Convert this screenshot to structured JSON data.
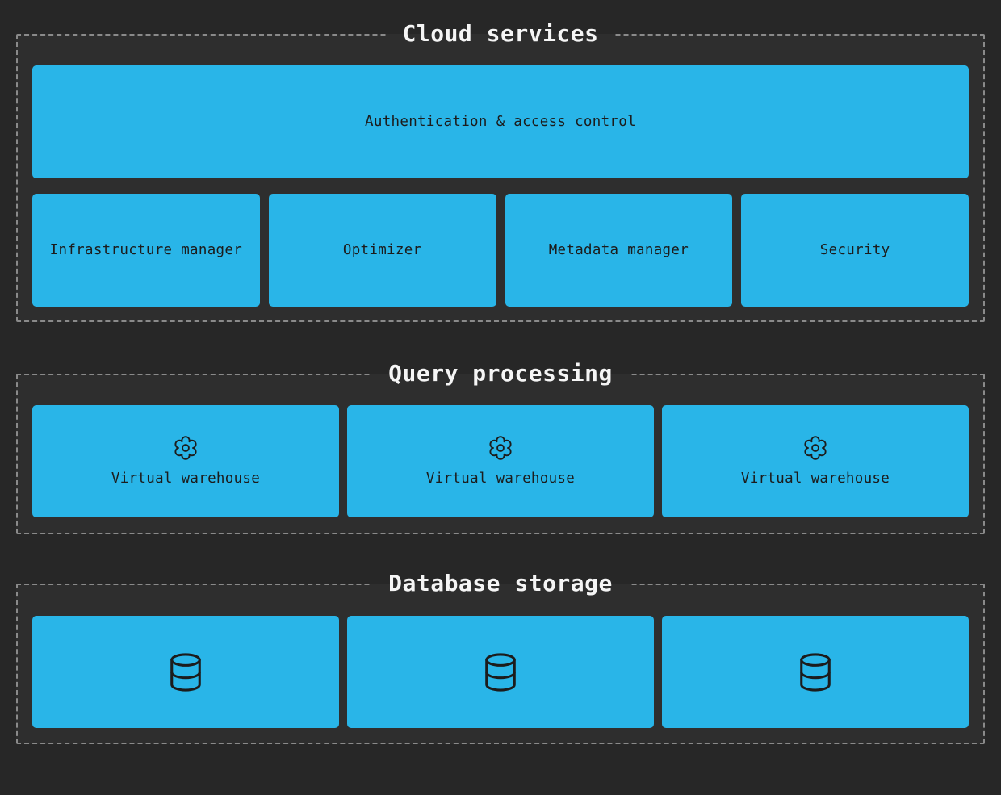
{
  "diagram": {
    "sections": {
      "cloud_services": {
        "title": "Cloud services",
        "auth_box": "Authentication & access control",
        "boxes": [
          "Infrastructure manager",
          "Optimizer",
          "Metadata manager",
          "Security"
        ]
      },
      "query_processing": {
        "title": "Query processing",
        "warehouses": [
          "Virtual warehouse",
          "Virtual warehouse",
          "Virtual warehouse"
        ]
      },
      "database_storage": {
        "title": "Database storage",
        "database_count": 3
      }
    }
  },
  "icons": {
    "warehouse": "gear-icon",
    "storage": "database-icon"
  },
  "colors": {
    "background": "#272727",
    "section_bg": "#2e2e2e",
    "box_fill": "#29b5e8",
    "box_text": "#1c1c1c",
    "section_border": "#8a8a8a",
    "title_text": "#f5f5f5"
  }
}
